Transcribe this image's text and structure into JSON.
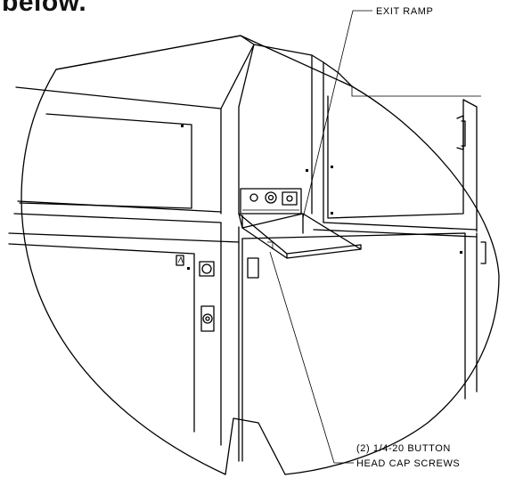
{
  "header": {
    "partial_word": "below."
  },
  "callouts": {
    "exit_ramp": "EXIT RAMP",
    "screws_line1": "(2) 1/4-20 BUTTON",
    "screws_line2": "HEAD CAP SCREWS"
  }
}
